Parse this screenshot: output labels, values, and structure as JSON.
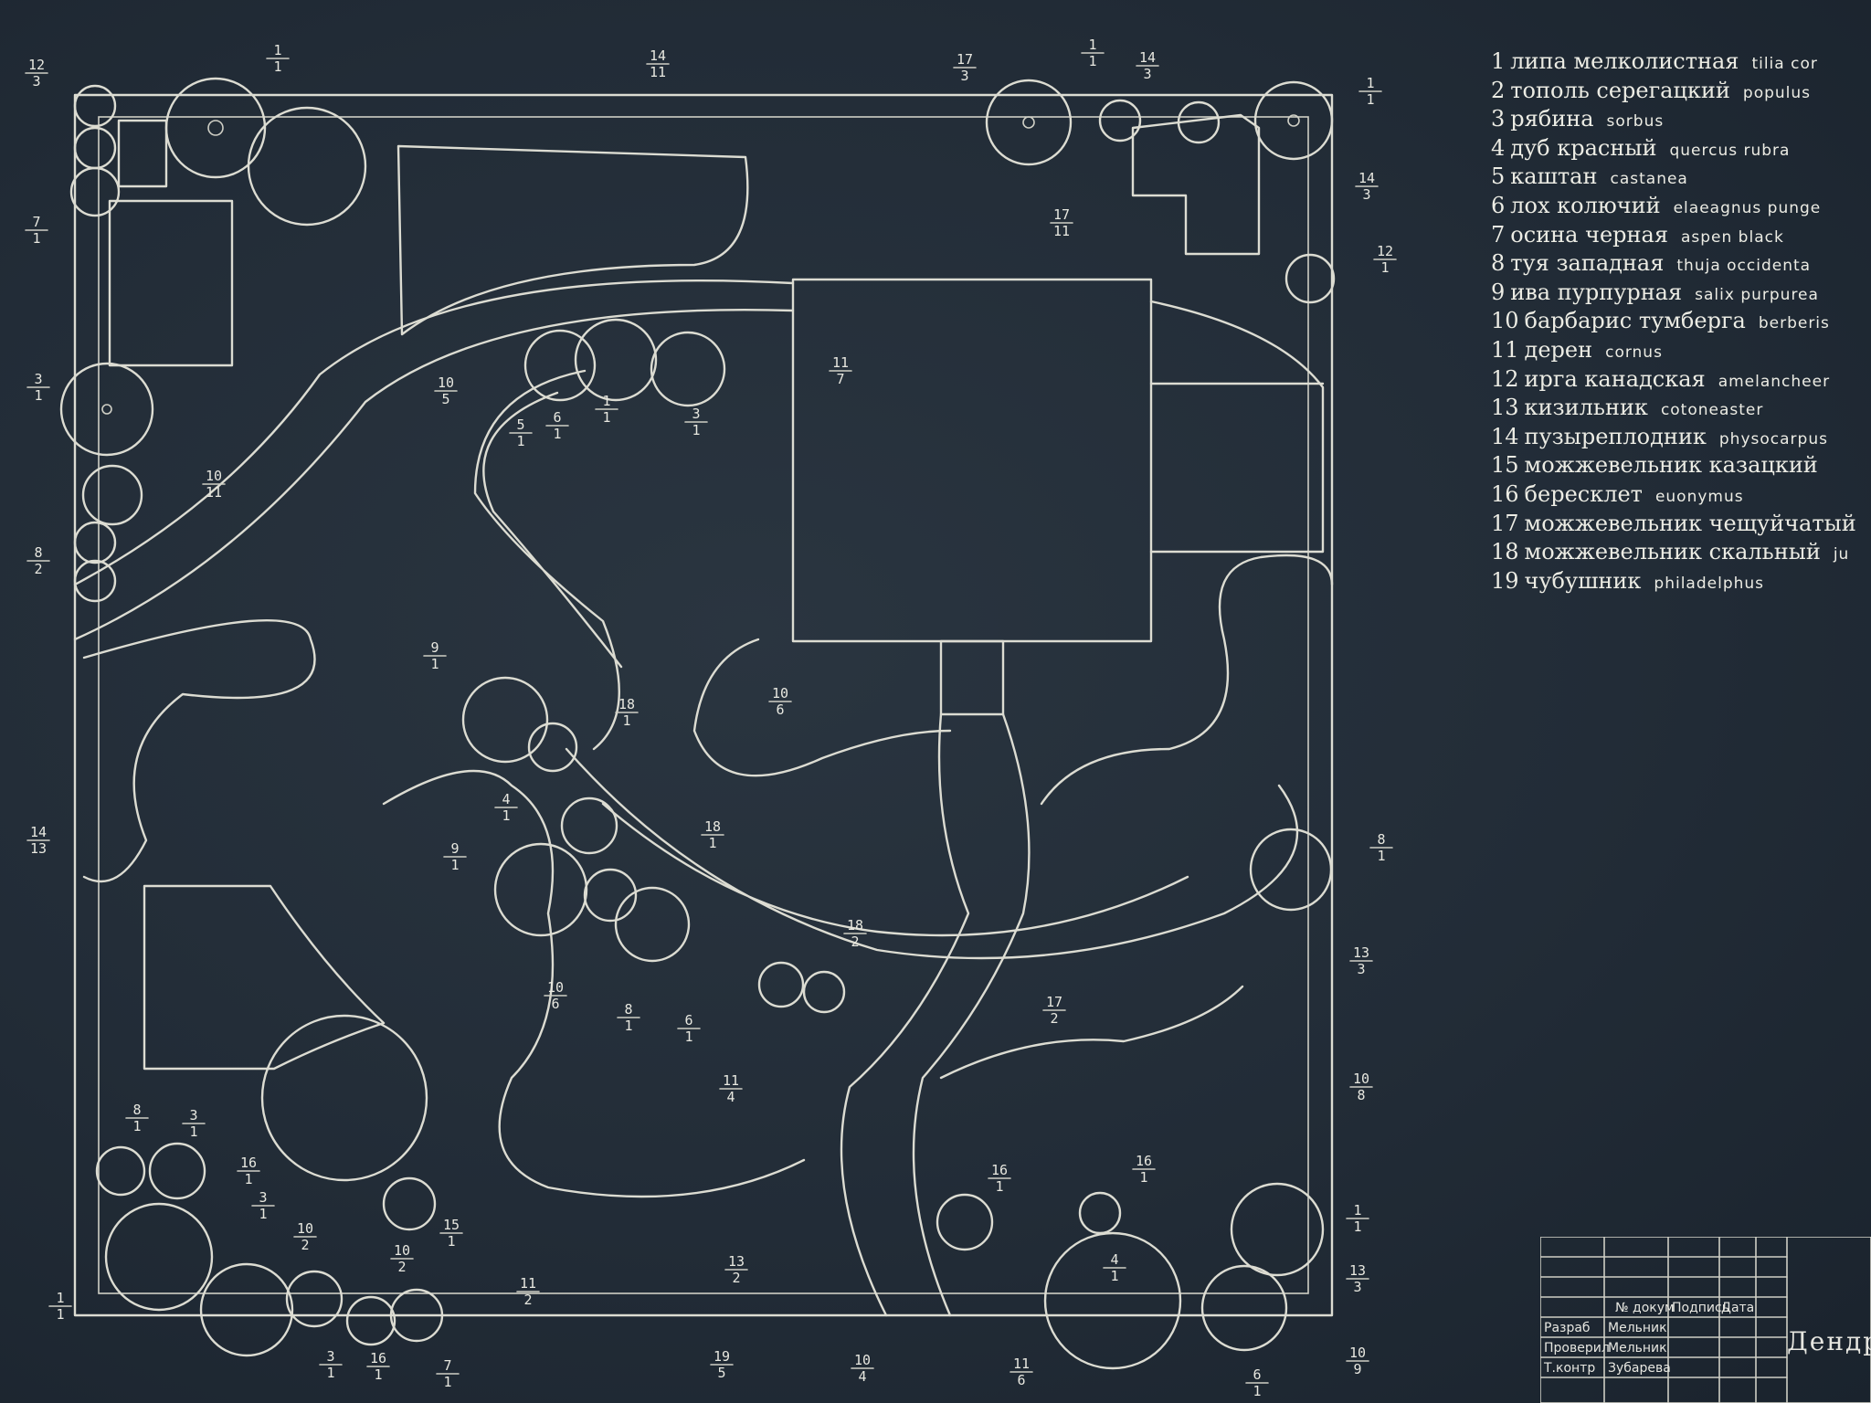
{
  "legend": [
    {
      "num": "1",
      "ru": "липа мелколистная",
      "lat": "tilia cor"
    },
    {
      "num": "2",
      "ru": "тополь серегацкий",
      "lat": "populus"
    },
    {
      "num": "3",
      "ru": "рябина",
      "lat": "sorbus"
    },
    {
      "num": "4",
      "ru": "дуб красный",
      "lat": "quercus rubra"
    },
    {
      "num": "5",
      "ru": "каштан",
      "lat": "castanea"
    },
    {
      "num": "6",
      "ru": "лох колючий",
      "lat": "elaeagnus punge"
    },
    {
      "num": "7",
      "ru": "осина черная",
      "lat": "aspen black"
    },
    {
      "num": "8",
      "ru": "туя западная",
      "lat": "thuja occidenta"
    },
    {
      "num": "9",
      "ru": "ива пурпурная",
      "lat": "salix purpurea"
    },
    {
      "num": "10",
      "ru": "барбарис тумберга",
      "lat": "berberis"
    },
    {
      "num": "11",
      "ru": "дерен",
      "lat": "cornus"
    },
    {
      "num": "12",
      "ru": "ирга канадская",
      "lat": "amelancheer"
    },
    {
      "num": "13",
      "ru": "кизильник",
      "lat": "cotoneaster"
    },
    {
      "num": "14",
      "ru": "пузыреплодник",
      "lat": "physocarpus"
    },
    {
      "num": "15",
      "ru": "можжевельник казацкий",
      "lat": ""
    },
    {
      "num": "16",
      "ru": "бересклет",
      "lat": "euonymus"
    },
    {
      "num": "17",
      "ru": "можжевельник чещуйчатый",
      "lat": ""
    },
    {
      "num": "18",
      "ru": "можжевельник скальный",
      "lat": "ju"
    },
    {
      "num": "19",
      "ru": "чубушник",
      "lat": "philadelphus"
    }
  ],
  "stamp": {
    "col_headers": [
      "№ докум",
      "Подпись",
      "Дата"
    ],
    "roles": [
      "Разраб",
      "Проверил",
      "Т.контр"
    ],
    "names": [
      "Мельник",
      "Мельник",
      "Зубарева"
    ],
    "title": "Дендр"
  },
  "plan_labels": [
    {
      "t": "12",
      "b": "3"
    },
    {
      "t": "1",
      "b": "1"
    },
    {
      "t": "14",
      "b": "11"
    },
    {
      "t": "17",
      "b": "3"
    },
    {
      "t": "1",
      "b": "1"
    },
    {
      "t": "14",
      "b": "3"
    },
    {
      "t": "1",
      "b": "1"
    },
    {
      "t": "7",
      "b": "1"
    },
    {
      "t": "14",
      "b": "3"
    },
    {
      "t": "17",
      "b": "11"
    },
    {
      "t": "12",
      "b": "1"
    },
    {
      "t": "10",
      "b": "5"
    },
    {
      "t": "5",
      "b": "1"
    },
    {
      "t": "6",
      "b": "1"
    },
    {
      "t": "1",
      "b": "1"
    },
    {
      "t": "3",
      "b": "1"
    },
    {
      "t": "11",
      "b": "7"
    },
    {
      "t": "3",
      "b": "1"
    },
    {
      "t": "10",
      "b": "11"
    },
    {
      "t": "8",
      "b": "2"
    },
    {
      "t": "10",
      "b": "6"
    },
    {
      "t": "9",
      "b": "1"
    },
    {
      "t": "18",
      "b": "1"
    },
    {
      "t": "4",
      "b": "1"
    },
    {
      "t": "9",
      "b": "1"
    },
    {
      "t": "18",
      "b": "1"
    },
    {
      "t": "14",
      "b": "13"
    },
    {
      "t": "8",
      "b": "1"
    },
    {
      "t": "10",
      "b": "6"
    },
    {
      "t": "8",
      "b": "1"
    },
    {
      "t": "6",
      "b": "1"
    },
    {
      "t": "18",
      "b": "2"
    },
    {
      "t": "11",
      "b": "4"
    },
    {
      "t": "17",
      "b": "2"
    },
    {
      "t": "13",
      "b": "3"
    },
    {
      "t": "10",
      "b": "8"
    },
    {
      "t": "8",
      "b": "1"
    },
    {
      "t": "3",
      "b": "1"
    },
    {
      "t": "16",
      "b": "1"
    },
    {
      "t": "3",
      "b": "1"
    },
    {
      "t": "10",
      "b": "2"
    },
    {
      "t": "15",
      "b": "1"
    },
    {
      "t": "10",
      "b": "2"
    },
    {
      "t": "1",
      "b": "1"
    },
    {
      "t": "13",
      "b": "2"
    },
    {
      "t": "11",
      "b": "2"
    },
    {
      "t": "16",
      "b": "1"
    },
    {
      "t": "16",
      "b": "1"
    },
    {
      "t": "1",
      "b": "1"
    },
    {
      "t": "13",
      "b": "3"
    },
    {
      "t": "4",
      "b": "1"
    },
    {
      "t": "3",
      "b": "1"
    },
    {
      "t": "16",
      "b": "1"
    },
    {
      "t": "7",
      "b": "1"
    },
    {
      "t": "19",
      "b": "5"
    },
    {
      "t": "10",
      "b": "4"
    },
    {
      "t": "11",
      "b": "6"
    },
    {
      "t": "6",
      "b": "1"
    },
    {
      "t": "10",
      "b": "9"
    }
  ]
}
